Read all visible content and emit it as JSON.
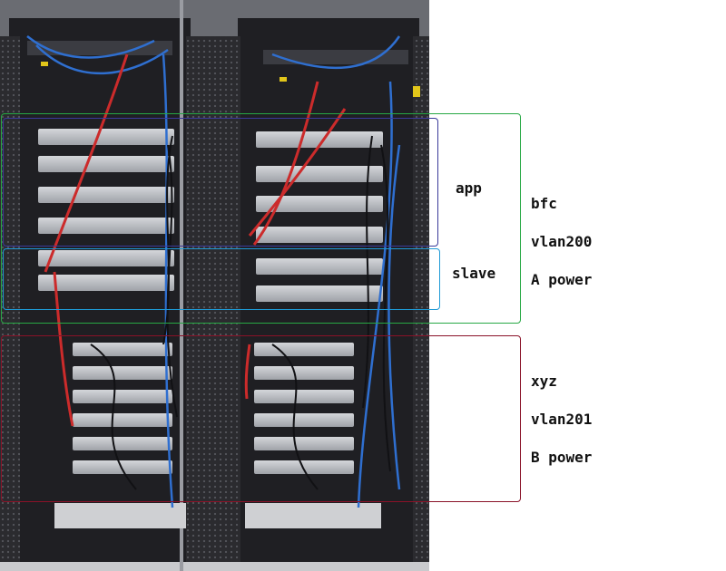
{
  "groups": {
    "app": {
      "label": "app",
      "color": "#3a3a9a"
    },
    "slave": {
      "label": "slave",
      "color": "#1e9ad6"
    },
    "bfc": {
      "color": "#27a844",
      "lines": [
        "bfc",
        "vlan200",
        "A power"
      ]
    },
    "xyz": {
      "color": "#8a1228",
      "lines": [
        "xyz",
        "vlan201",
        "B power"
      ]
    }
  },
  "photo": {
    "subject": "two server racks with cabling",
    "rack_color": "#2a2a2e",
    "server_color": "#b9bcc2",
    "cable_colors": [
      "#2f6fd0",
      "#cc2b2b",
      "#1a1a1a"
    ]
  }
}
